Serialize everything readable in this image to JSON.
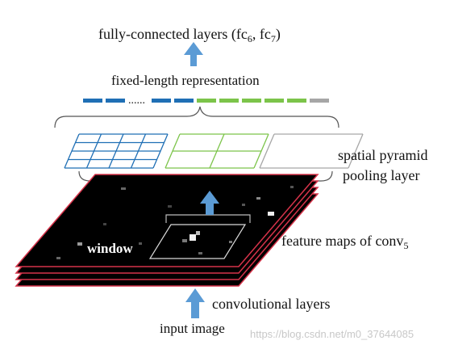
{
  "labels": {
    "fc_main": "fully-connected layers (fc",
    "fc_sub1": "6",
    "fc_mid": ", fc",
    "fc_sub2": "7",
    "fc_end": ")",
    "fixed_length": "fixed-length representation",
    "spp_line1": "spatial pyramid",
    "spp_line2": "pooling layer",
    "feature_main": "feature maps of conv",
    "feature_sub": "5",
    "window": "window",
    "conv_layers": "convolutional layers",
    "input_image": "input image",
    "watermark": "https://blog.csdn.net/m0_37644085"
  },
  "representation": {
    "dots": "......",
    "blue_count": 4,
    "green_count": 5,
    "gray_count": 1
  },
  "colors": {
    "blue": "#1f6fb5",
    "green": "#7cc44a",
    "gray": "#a6a6a6",
    "arrow": "#5b9bd5",
    "feature_border": "#d6334a",
    "feature_fill": "#000000",
    "text": "#111111"
  },
  "pyramid": {
    "levels": [
      {
        "name": "4x4",
        "grid": 4,
        "color": "#1f6fb5"
      },
      {
        "name": "2x2",
        "grid": 2,
        "color": "#7cc44a"
      },
      {
        "name": "1x1",
        "grid": 1,
        "color": "#a6a6a6"
      }
    ]
  }
}
